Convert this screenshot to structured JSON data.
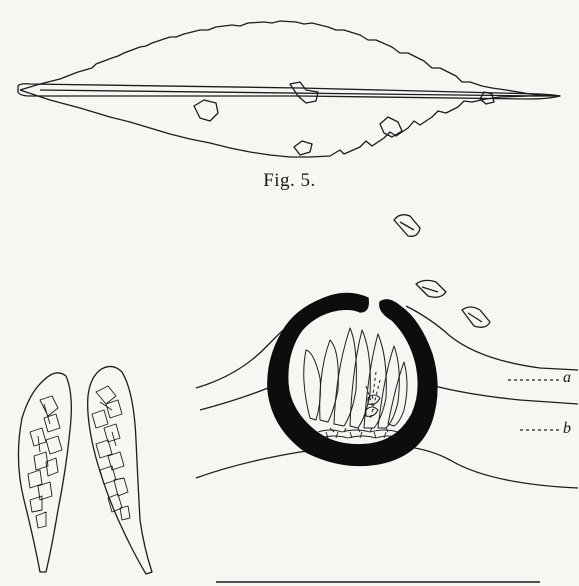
{
  "figure": {
    "caption": "Fig. 5.",
    "labels": {
      "a": "a",
      "b": "b"
    }
  }
}
